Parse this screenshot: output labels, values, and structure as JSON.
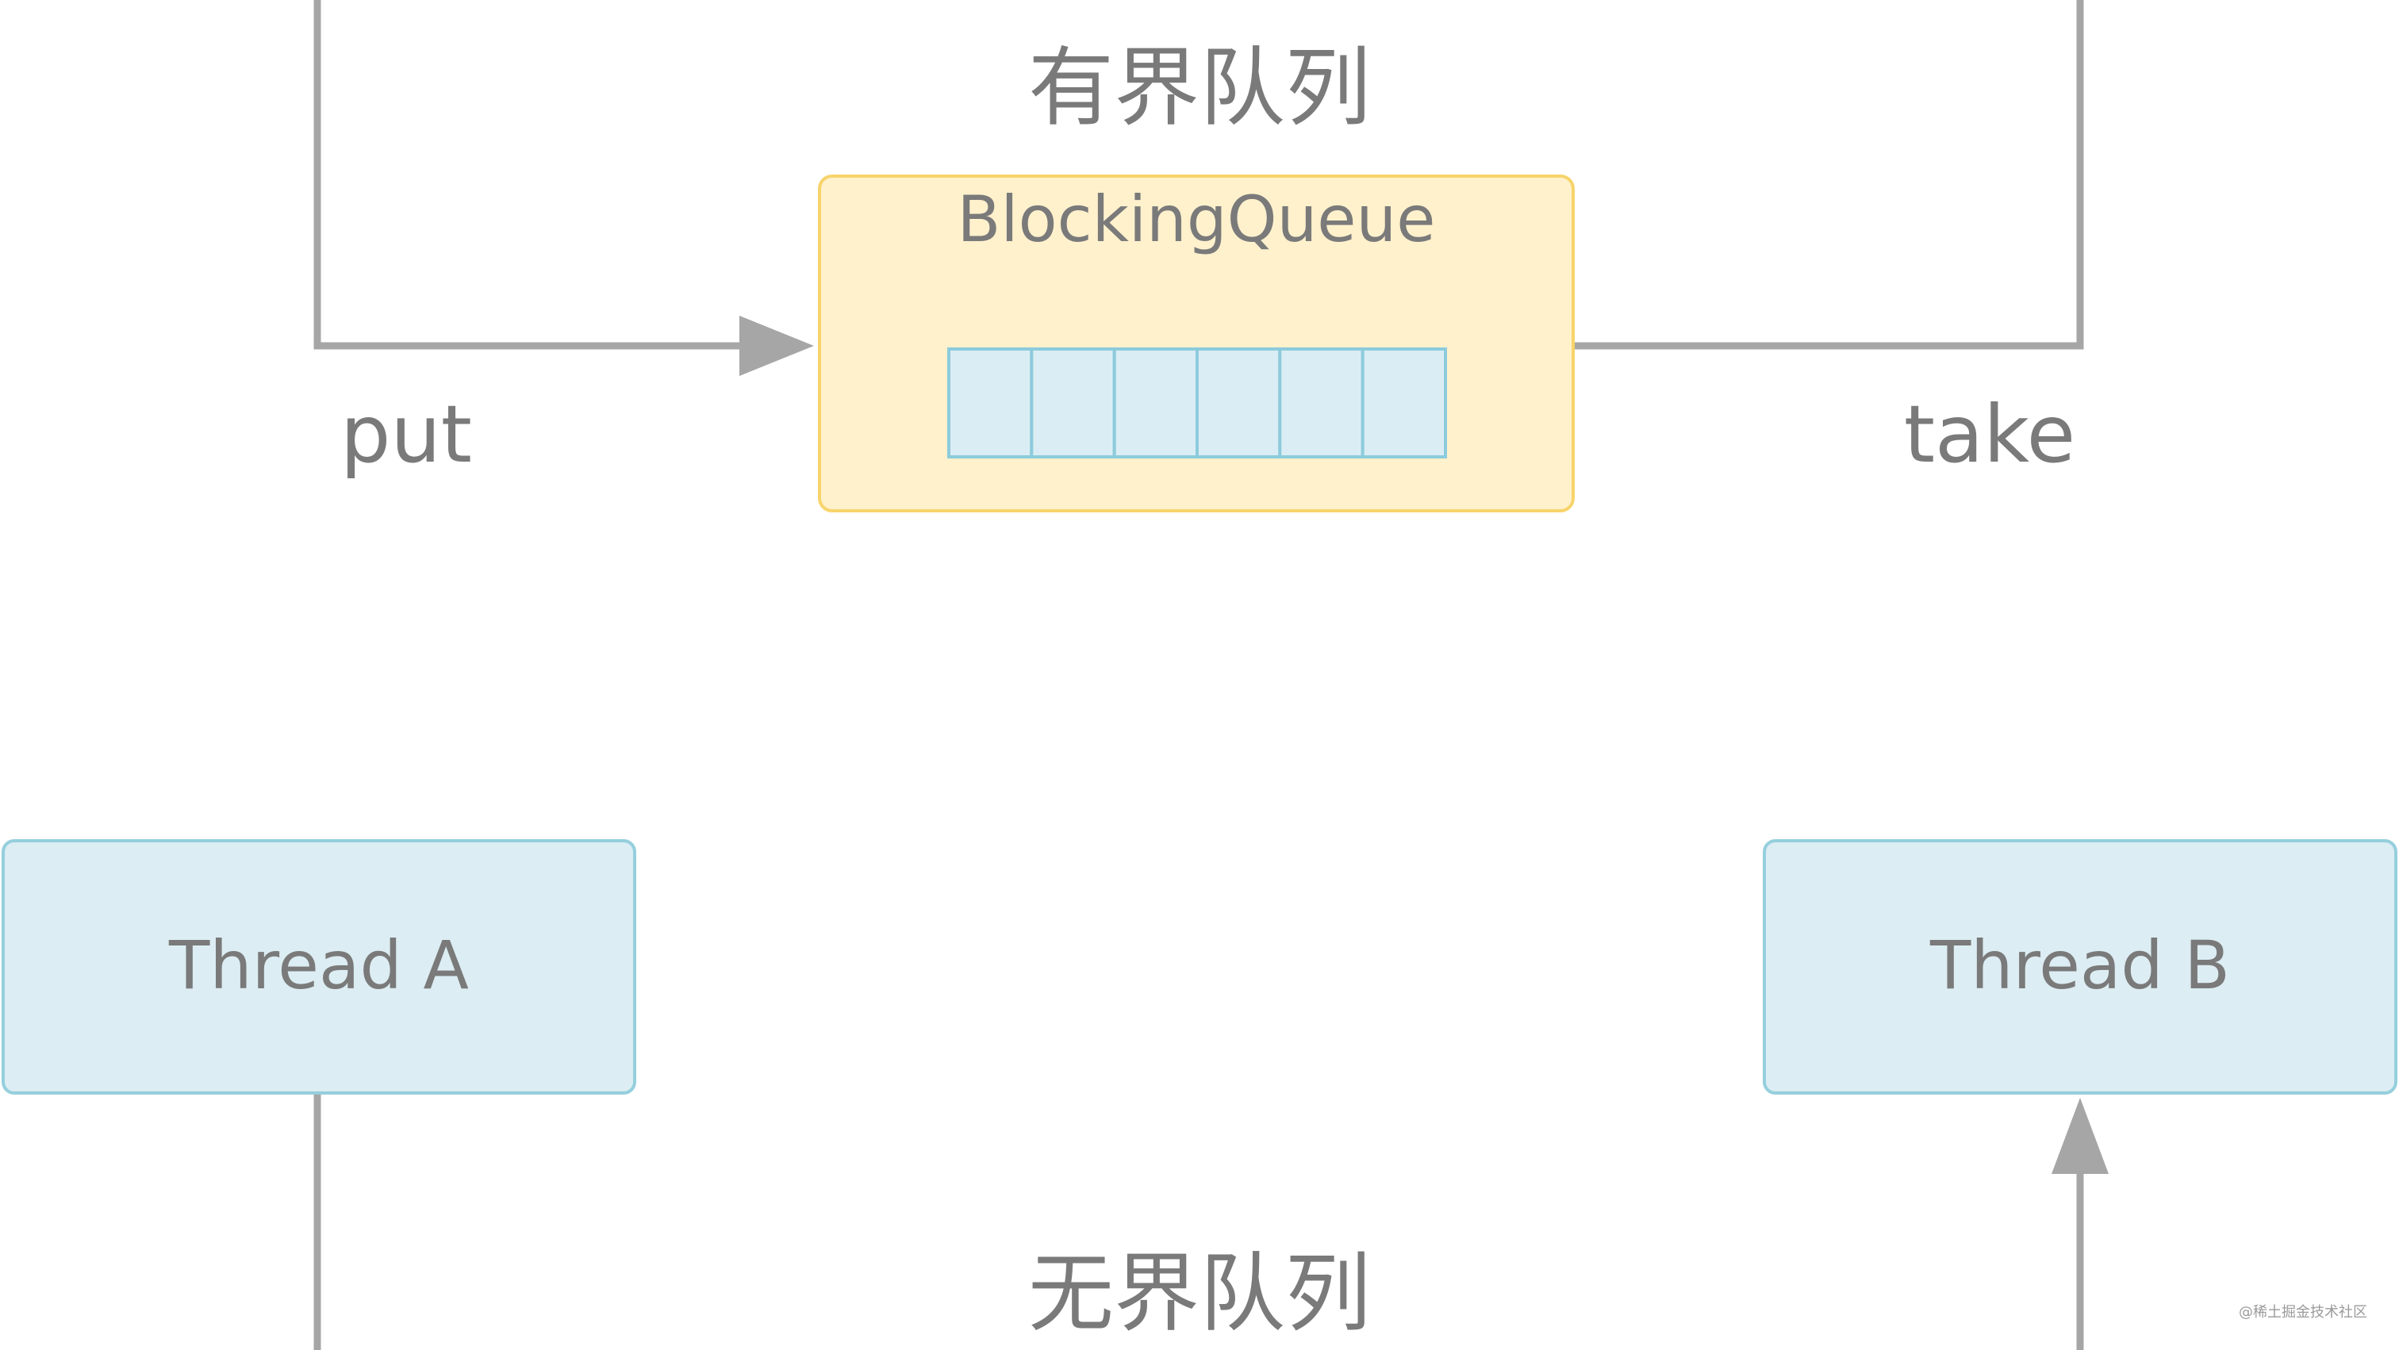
{
  "titles": {
    "bounded": "有界队列",
    "unbounded": "无界队列"
  },
  "queue": {
    "label": "BlockingQueue",
    "slot_count": 6
  },
  "threads": {
    "a": "Thread A",
    "b": "Thread B"
  },
  "operations": {
    "put": "put",
    "take": "take"
  },
  "watermark": "@稀土掘金技术社区",
  "colors": {
    "line": "#a6a6a6",
    "text": "#7a7a7a",
    "queue_fill": "#fff1cc",
    "queue_border": "#f7d46b",
    "slot_fill": "#dbedf4",
    "slot_border": "#8ccbdc",
    "thread_fill": "#dcedf3",
    "thread_border": "#95cfdd"
  }
}
